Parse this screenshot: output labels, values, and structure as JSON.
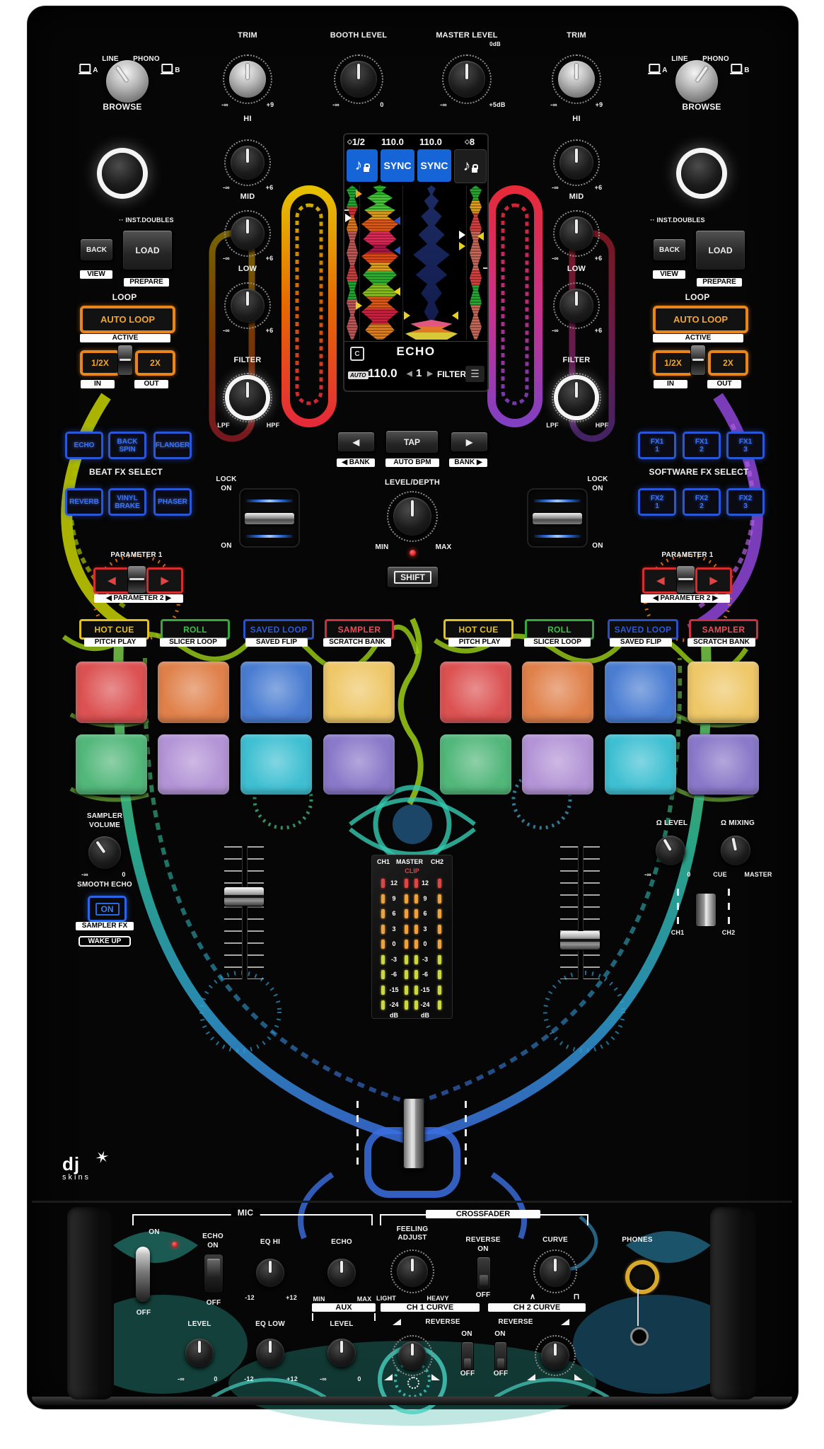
{
  "icons": {
    "headphones": "Ω",
    "menu": "☰",
    "note": "♪",
    "diamond": "◇",
    "star": "✶",
    "curve_sharp": "∧",
    "curve_smooth": "⊓"
  },
  "brand": {
    "dj": "dj",
    "skins": "skins"
  },
  "selector": {
    "line": "LINE",
    "phono": "PHONO",
    "deck_a": "A",
    "deck_b": "B"
  },
  "top": {
    "trim": "TRIM",
    "trim_min": "-∞",
    "trim_max": "+9",
    "booth": "BOOTH LEVEL",
    "booth_min": "-∞",
    "booth_max": "0",
    "master": "MASTER LEVEL",
    "master_zero": "0dB",
    "master_min": "-∞",
    "master_max": "+5dB",
    "browse": "BROWSE"
  },
  "deck": {
    "inst_doubles": "·· INST.DOUBLES",
    "back": "BACK",
    "load": "LOAD",
    "view": "VIEW",
    "prepare": "PREPARE"
  },
  "loop": {
    "title": "LOOP",
    "auto": "AUTO LOOP",
    "active": "ACTIVE",
    "half": "1/2X",
    "twox": "2X",
    "in": "IN",
    "out": "OUT"
  },
  "eq": {
    "hi": "HI",
    "mid": "MID",
    "low": "LOW",
    "min": "-∞",
    "max": "+6",
    "filter": "FILTER",
    "lpf": "LPF",
    "hpf": "HPF"
  },
  "screen": {
    "beats_left": "1/2",
    "bpm_left": "110.0",
    "bpm_right": "110.0",
    "beats_right": "8",
    "sync": "SYNC",
    "c_badge": "C",
    "fx_name": "ECHO",
    "auto": "AUTO",
    "fx_bpm": "110.0",
    "fx_beats": "1",
    "filter": "FILTER",
    "arr_l": "◀",
    "arr_r": "▶"
  },
  "beat_fx": {
    "title": "BEAT FX SELECT",
    "b": [
      "ECHO",
      "BACK SPIN",
      "FLANGER",
      "REVERB",
      "VINYL BRAKE",
      "PHASER"
    ]
  },
  "soft_fx": {
    "title": "SOFTWARE FX SELECT",
    "b": [
      {
        "bank": "FX1",
        "num": "1"
      },
      {
        "bank": "FX1",
        "num": "2"
      },
      {
        "bank": "FX1",
        "num": "3"
      },
      {
        "bank": "FX2",
        "num": "1"
      },
      {
        "bank": "FX2",
        "num": "2"
      },
      {
        "bank": "FX2",
        "num": "3"
      }
    ]
  },
  "fx": {
    "arr_l": "◀",
    "arr_r": "▶",
    "tap": "TAP",
    "bank_l": "◀ BANK",
    "auto_bpm": "AUTO BPM",
    "bank_r": "BANK ▶",
    "level_depth": "LEVEL/DEPTH",
    "min": "MIN",
    "max": "MAX",
    "shift": "SHIFT",
    "lock": "LOCK",
    "on": "ON"
  },
  "param": {
    "p1": "PARAMETER 1",
    "p2": "◀  PARAMETER 2  ▶",
    "arr_l": "◀",
    "arr_r": "▶"
  },
  "pads": {
    "modes": [
      {
        "label": "HOT CUE",
        "shift": "PITCH PLAY"
      },
      {
        "label": "ROLL",
        "shift": "SLICER LOOP"
      },
      {
        "label": "SAVED LOOP",
        "shift": "SAVED FLIP"
      },
      {
        "label": "SAMPLER",
        "shift": "SCRATCH BANK"
      }
    ],
    "row1": [
      "#dc5252",
      "#e0814b",
      "#4a7dd2",
      "#eec768"
    ],
    "row2": [
      "#52b77a",
      "#b394d6",
      "#3fc0d2",
      "#8a78c9"
    ]
  },
  "sampler": {
    "l1": "SAMPLER",
    "l2": "VOLUME",
    "min": "-∞",
    "max": "0",
    "smooth": "SMOOTH ECHO",
    "on": "ON",
    "fx": "SAMPLER FX",
    "wake": "WAKE UP"
  },
  "meters": {
    "ch1": "CH1",
    "master": "MASTER",
    "ch2": "CH2",
    "clip": "CLIP",
    "scale": [
      "12",
      "9",
      "6",
      "3",
      "0",
      "-3",
      "-6",
      "-15",
      "-24"
    ],
    "db": "dB",
    "clip_color": "#e04545",
    "hi_color": "#efa23a",
    "lo_color": "#cdd93a"
  },
  "phones": {
    "level": "LEVEL",
    "mixing": "MIXING",
    "min": "-∞",
    "zero": "0",
    "cue": "CUE",
    "master": "MASTER",
    "ch1": "CH1",
    "ch2": "CH2",
    "jack": "PHONES"
  },
  "mic": {
    "title": "MIC",
    "on": "ON",
    "off": "OFF",
    "echo_l1": "ECHO",
    "echo_l2": "ON",
    "echo_off": "OFF",
    "eq_hi": "EQ HI",
    "m12": "-12",
    "p12": "+12",
    "echo_knob": "ECHO",
    "min": "MIN",
    "max": "MAX",
    "level": "LEVEL",
    "inf": "-∞",
    "zero": "0",
    "eq_low": "EQ LOW"
  },
  "aux": {
    "title": "AUX",
    "level": "LEVEL",
    "inf": "-∞",
    "zero": "0"
  },
  "xf": {
    "title": "CROSSFADER",
    "feel_l1": "FEELING",
    "feel_l2": "ADJUST",
    "light": "LIGHT",
    "heavy": "HEAVY",
    "reverse": "REVERSE",
    "on": "ON",
    "off": "OFF",
    "curve": "CURVE",
    "ch1": "CH 1 CURVE",
    "ch2": "CH 2 CURVE"
  }
}
